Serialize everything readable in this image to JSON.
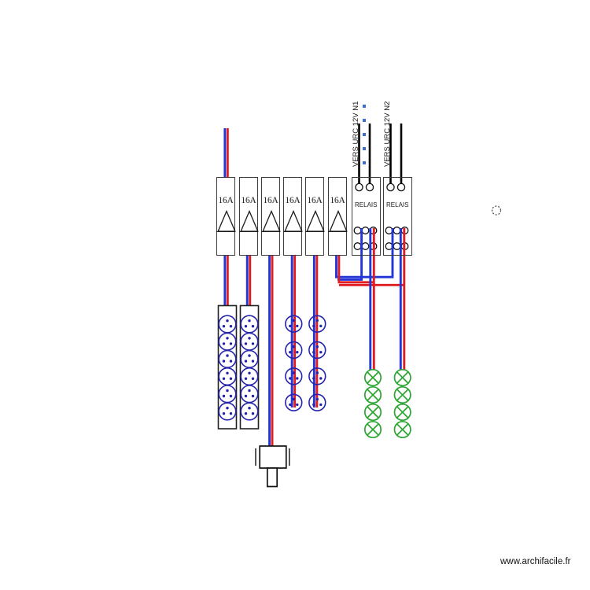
{
  "panel": {
    "breakers": [
      {
        "rating": "16A"
      },
      {
        "rating": "16A"
      },
      {
        "rating": "16A"
      },
      {
        "rating": "16A"
      },
      {
        "rating": "16A"
      },
      {
        "rating": "16A"
      }
    ],
    "relays": [
      {
        "label": "RELAIS",
        "wire_label": "VERS URC 12V N1",
        "wire_label_selected": true
      },
      {
        "label": "RELAIS",
        "wire_label": "VERS URC 12V N2",
        "wire_label_selected": false
      }
    ]
  },
  "loads": {
    "socket_strips": [
      {
        "outlet_count": 6
      },
      {
        "outlet_count": 6
      }
    ],
    "socket_columns": [
      {
        "outlet_count": 4
      },
      {
        "outlet_count": 4
      }
    ],
    "light_columns": [
      {
        "light_count": 4
      },
      {
        "light_count": 4
      }
    ],
    "switch_count": 1
  },
  "watermark": {
    "text": "www.archifacile.fr"
  },
  "colors": {
    "wire_blue": "#2236d8",
    "wire_red": "#e01e22",
    "wire_black": "#000000",
    "socket_symbol": "#2323ad",
    "light_symbol": "#2aa52f",
    "module_border": "#3c3c3c",
    "module_line": "#1a1a1a",
    "selection_handle": "#3a6fd8",
    "text": "#1a1a1a"
  }
}
